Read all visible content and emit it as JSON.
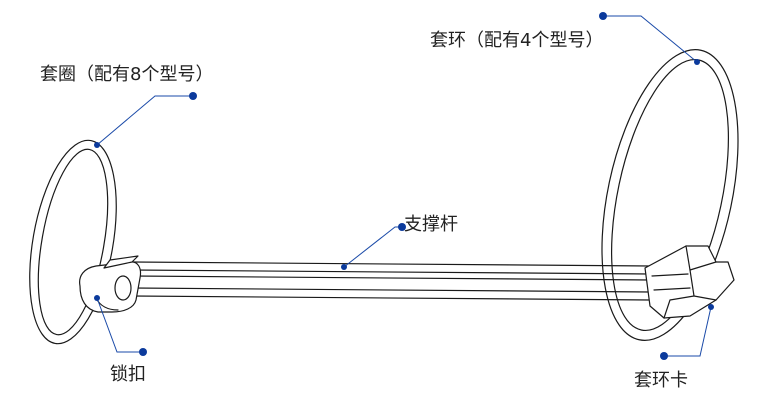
{
  "labels": {
    "small_ring": "套圈（配有8个型号）",
    "large_ring": "套环（配有4个型号）",
    "support_rod": "支撑杆",
    "lock_buckle": "锁扣",
    "ring_clip": "套环卡"
  },
  "colors": {
    "outline": "#1a1a1a",
    "leader": "#1a4aa8",
    "dot": "#0b3a9c",
    "text": "#222222"
  }
}
